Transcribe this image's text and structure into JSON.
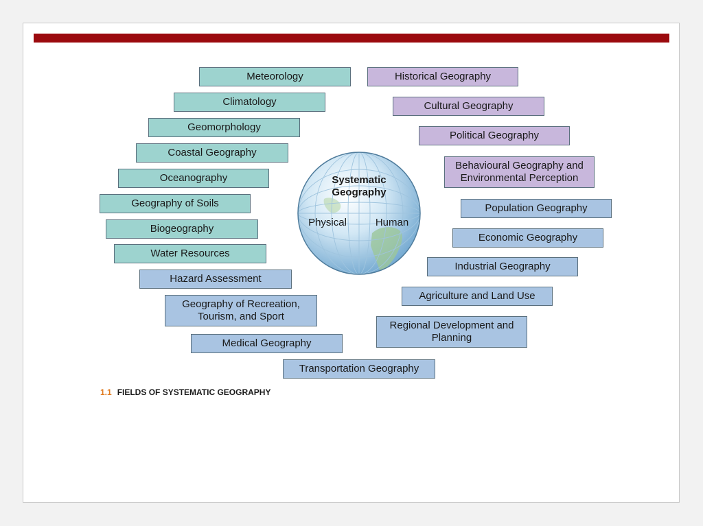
{
  "colors": {
    "header_bar": "#9b0a0e",
    "physical_box": "#9dd3cf",
    "mixed_box": "#a9c4e2",
    "human_box": "#c8b7dc",
    "caption_number": "#e07a1f"
  },
  "globe": {
    "title": "Systematic Geography",
    "left_label": "Physical",
    "right_label": "Human"
  },
  "physical_fields": [
    "Meteorology",
    "Climatology",
    "Geomorphology",
    "Coastal Geography",
    "Oceanography",
    "Geography of Soils",
    "Biogeography",
    "Water Resources",
    "Hazard Assessment"
  ],
  "bottom_fields": [
    "Geography of Recreation, Tourism, and Sport",
    "Medical Geography",
    "Transportation Geography",
    "Regional Development and Planning",
    "Agriculture and Land Use",
    "Industrial Geography",
    "Economic Geography",
    "Population Geography"
  ],
  "human_fields": [
    "Behavioural Geography and Environmental Perception",
    "Political Geography",
    "Cultural Geography",
    "Historical Geography"
  ],
  "caption": {
    "number": "1.1",
    "text": "FIELDS OF SYSTEMATIC GEOGRAPHY"
  }
}
